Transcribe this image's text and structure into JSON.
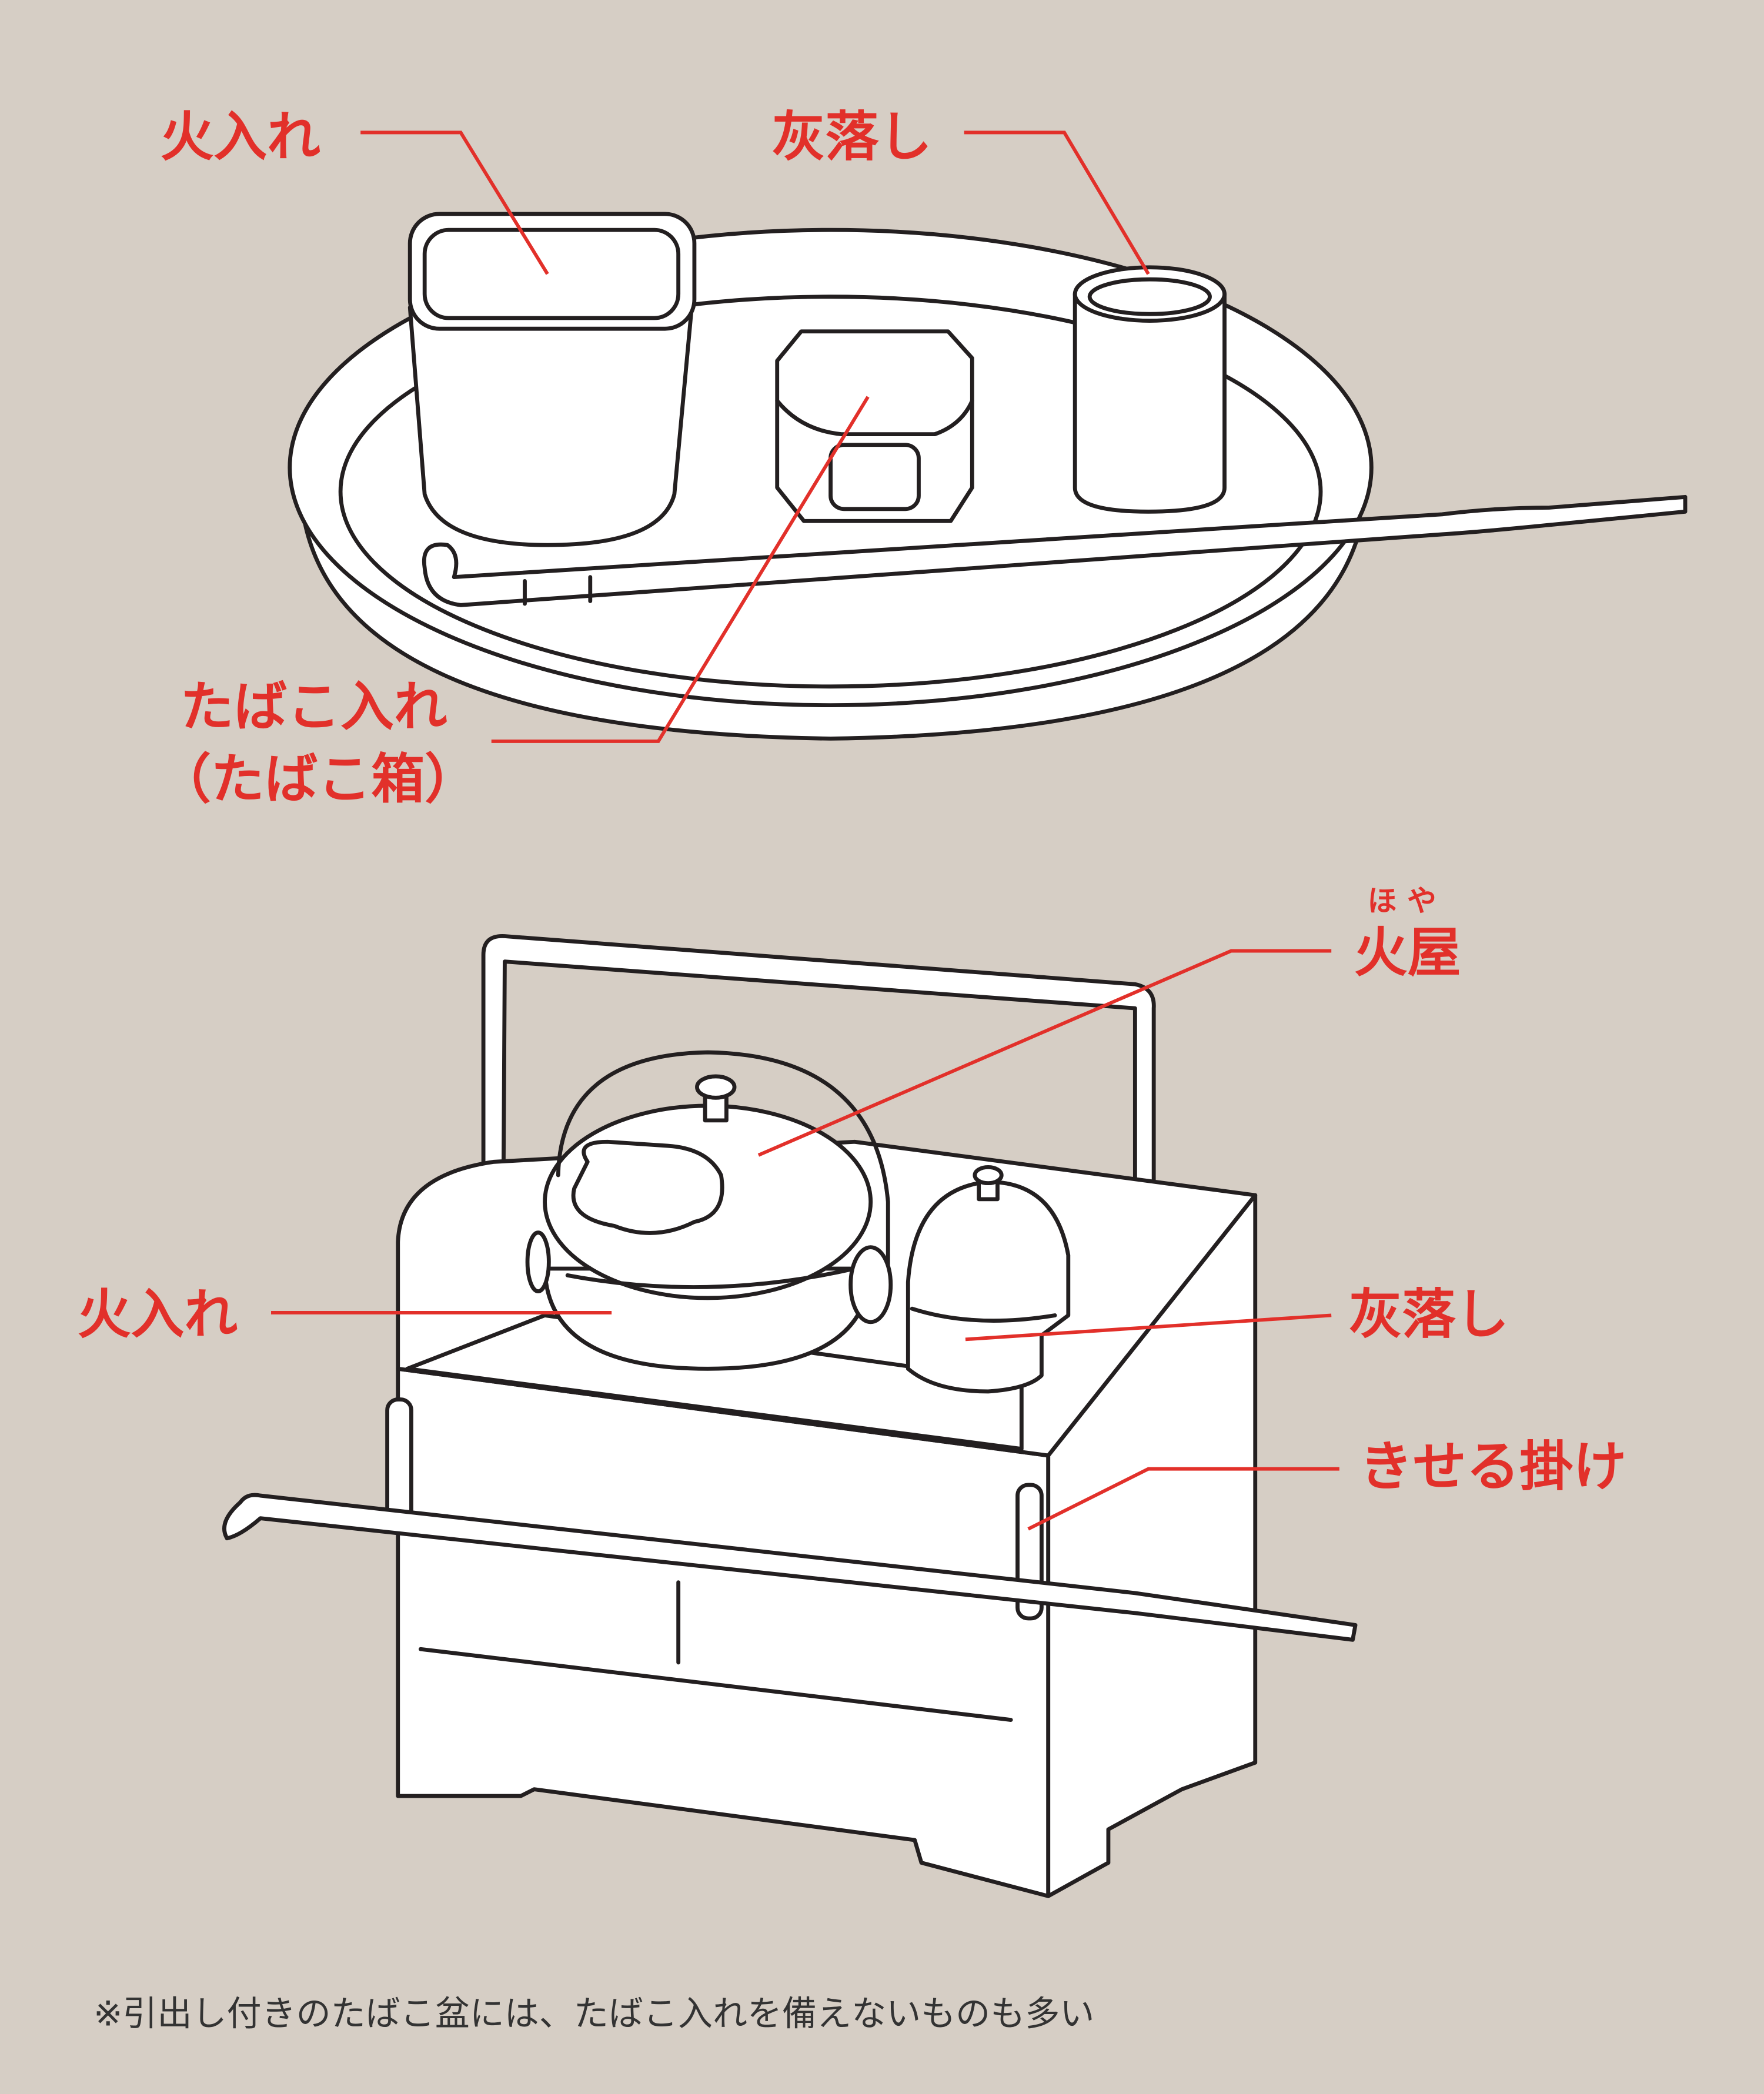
{
  "colors": {
    "background": "#d6cec5",
    "label": "#e2302a",
    "line_art": "#231f20"
  },
  "tray_set": {
    "labels": {
      "hiire": "火入れ",
      "haiotoshi": "灰落し",
      "tabako_ire_1": "たばこ入れ",
      "tabako_ire_2": "（たばこ箱）"
    }
  },
  "box_set": {
    "labels": {
      "hoya_ruby": "ほ や",
      "hoya": "火屋",
      "hiire": "火入れ",
      "haiotoshi": "灰落し",
      "kiseru_kake": "きせる掛け"
    }
  },
  "footnote": "※引出し付きのたばこ盆には、たばこ入れを備えないものも多い"
}
